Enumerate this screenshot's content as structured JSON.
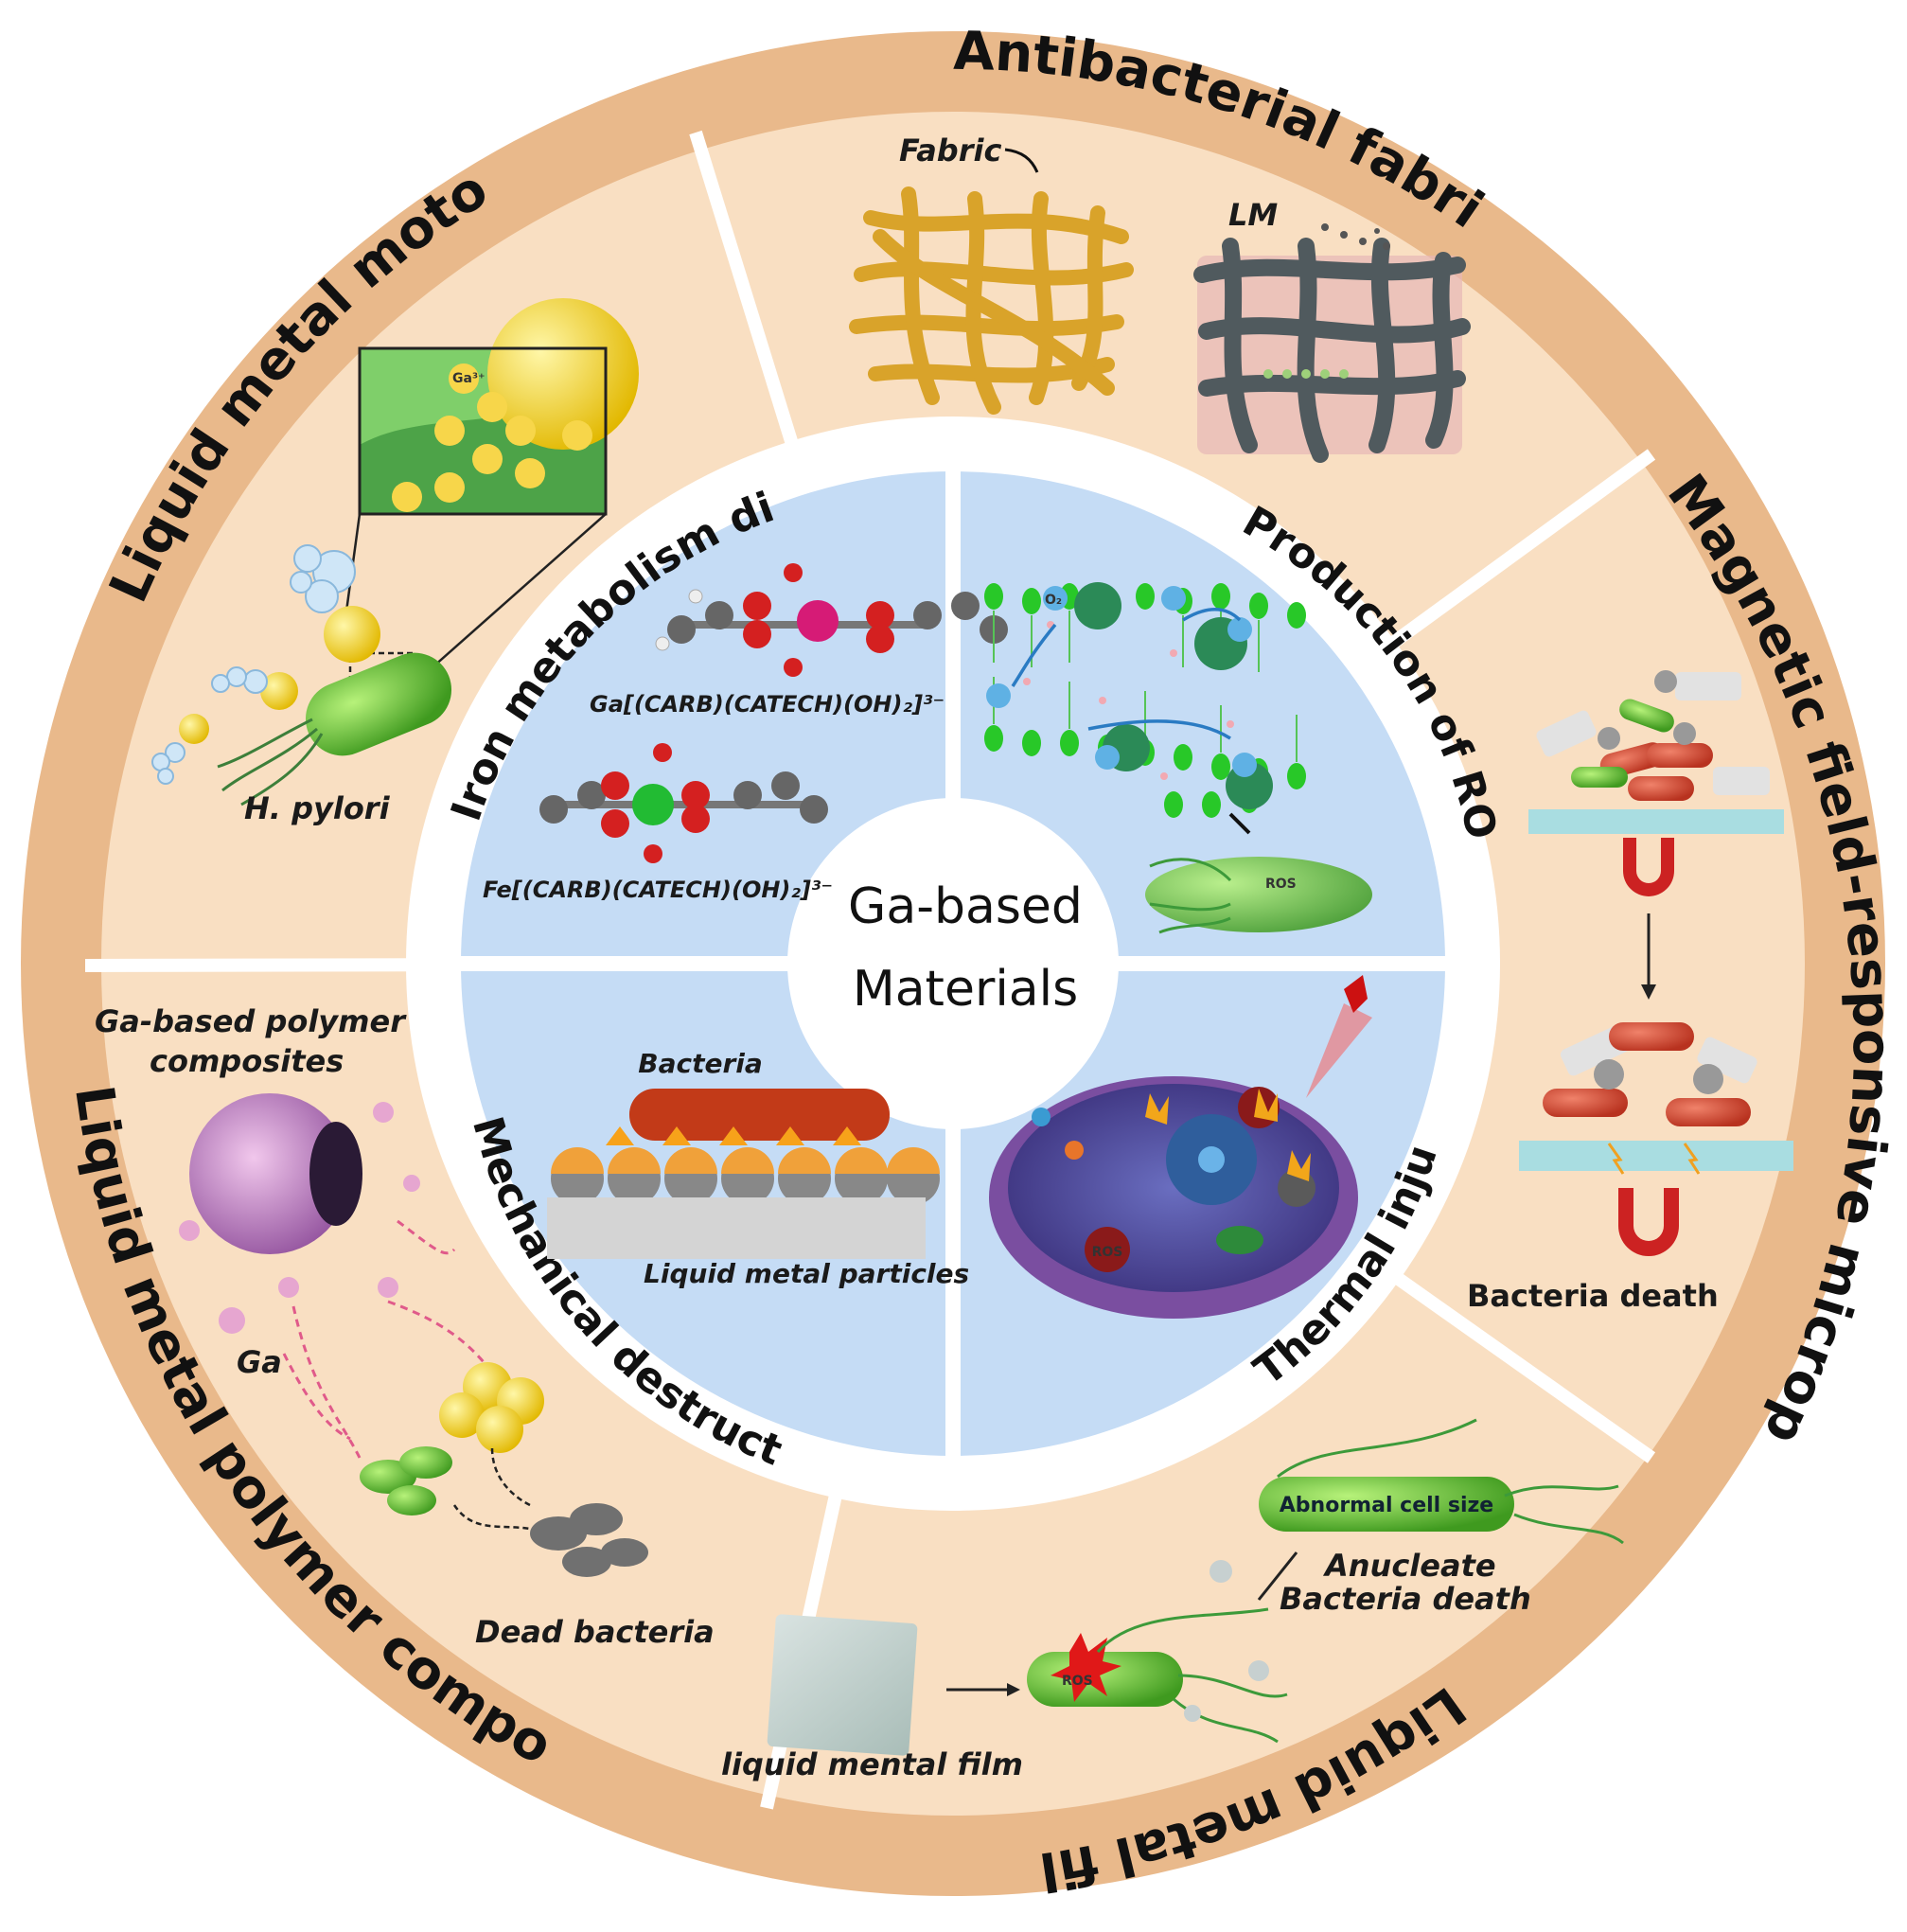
{
  "center": {
    "line1": "Ga-based",
    "line2": "Materials"
  },
  "outer_sections": {
    "antibacterial_fabrics": {
      "title": "Antibacterial fabrics",
      "label_fabric": "Fabric",
      "label_lm": "LM"
    },
    "magnetic": {
      "title": "Magnetic field-responsive microparticles",
      "label_death": "Bacteria death"
    },
    "films": {
      "title": "Liquid metal films",
      "label_film": "liquid mental film",
      "label_abnormal": "Abnormal cell size",
      "label_anucleate": "Anucleate",
      "label_death": "Bacteria death",
      "label_ros": "ROS"
    },
    "polymer": {
      "title": "Liquid metal polymer composites",
      "label_composites_1": "Ga-based polymer",
      "label_composites_2": "composites",
      "label_ga": "Ga",
      "label_dead": "Dead bacteria"
    },
    "motors": {
      "title": "Liquid metal motors",
      "label_pylori": "H. pylori",
      "ion_label": "Ga³⁺"
    }
  },
  "inner_sections": {
    "iron": {
      "title": "Iron metabolism disorder",
      "formula_ga": "Ga[(CARB)(CATECH)(OH)₂]³⁻",
      "formula_fe": "Fe[(CARB)(CATECH)(OH)₂]³⁻"
    },
    "ros": {
      "title": "Production of ROS",
      "o2_label": "O₂",
      "ros_label": "ROS"
    },
    "mechanical": {
      "title": "Mechanical destruction",
      "label_bacteria": "Bacteria",
      "label_particles": "Liquid metal particles"
    },
    "thermal": {
      "title": "Thermal injury",
      "ros_label": "ROS"
    }
  },
  "colors": {
    "outer_ring": "#e9b98b",
    "outer_sector": "#f9dfc2",
    "inner_panel": "#c5dcf5",
    "separator": "#ffffff"
  }
}
